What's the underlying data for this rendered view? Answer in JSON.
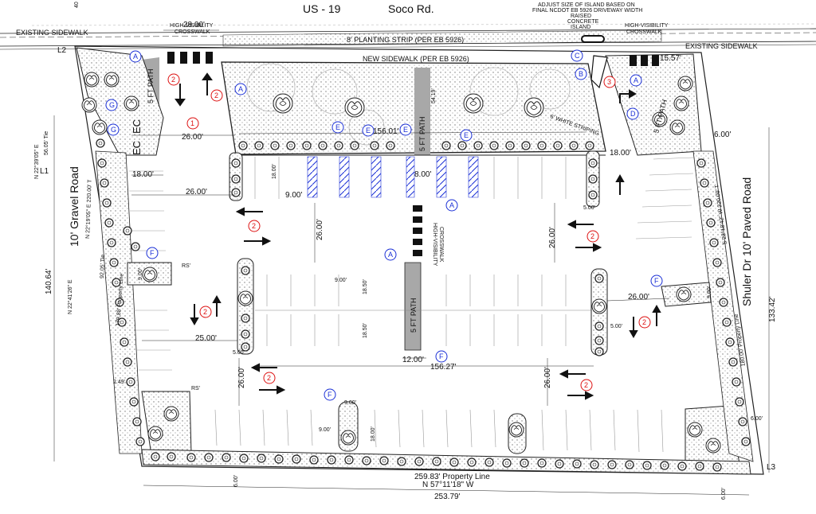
{
  "roads": {
    "us19": "US - 19",
    "soco": "Soco Rd.",
    "gravel": "10' Gravel Road",
    "shuler": "Shuler Dr  10' Paved Road"
  },
  "notes": {
    "island_note_1": "ADJUST SIZE OF ISLAND BASED ON",
    "island_note_2": "FINAL NCDOT EB 5926 DRIVEWAY WIDTH",
    "island_note_3": "RAISED",
    "island_note_4": "CONCRETE",
    "island_note_5": "ISLAND",
    "existing_sidewalk_left": "EXISTING SIDEWALK",
    "existing_sidewalk_right": "EXISTING SIDEWALK",
    "planting_strip": "8' PLANTING STRIP  (PER EB 5926)",
    "new_sidewalk": "NEW SIDEWALK  (PER EB 5926)",
    "hv_crosswalk_1": "HIGH-VISIBILITY",
    "hv_crosswalk_2": "CROSSWALK",
    "path": "5 FT PATH",
    "white_striping": "6' WHITE STRIPING",
    "ec": "EC"
  },
  "property_lines": {
    "bottom_len": "259.83' Property Line",
    "bottom_bearing": "N 57°11'18\" W",
    "bottom_dim": "253.79'",
    "left_bearing_1": "N 22°39'05\" E",
    "left_tie_1": "56.05' Tie",
    "left_bearing_2": "N 22°19'05\" E  220.00' T",
    "left_tie_2": "92.05' Tie",
    "left_bearing_3": "N 22°41'26\" E",
    "left_dim_outer": "140.64'",
    "left_prop": "179.88' Property Line",
    "right_bearing": "S 22°18'42\" W  220.00' T",
    "right_prop": "180.00' Property Line",
    "right_dim": "133.42'"
  },
  "dimensions": {
    "d28": "28.00'",
    "d15_57": "15.57'",
    "d26_top": "26.00'",
    "d156_top": "156.01'",
    "d18_top": "18.00'",
    "d18_left": "18.00'",
    "d26_left": "26.00'",
    "d9_a": "9.00'",
    "d8": "8.00'",
    "d26_mid": "26.00'",
    "d26_right": "26.00'",
    "d54": "54.19'",
    "d6_tr": "6.00'",
    "d5_a": "5.00'",
    "d9_b": "9.00'",
    "d18_50a": "18.50'",
    "d18_50b": "18.50'",
    "d9_c": "9.00'",
    "d26_r2": "26.00'",
    "d9_r": "9.00'",
    "d5_r": "5.00'",
    "d25": "25.00'",
    "d5_l": "5.00'",
    "d12": "12.00'",
    "d156_low": "156.27'",
    "d26_low": "26.00'",
    "d26_low2": "26.00'",
    "d9_f1": "9.00'",
    "d9_f2": "9.00'",
    "d18_f": "18.00'",
    "d6_bl": "6.00'",
    "d6_br": "6.00'",
    "d6_br2": "6.00'",
    "d2_49": "2.49'",
    "d4_top": "40",
    "rs1": "RS'",
    "rs2": "RS'",
    "d18_tr": "18.00'"
  },
  "markers": {
    "A": "A",
    "B": "B",
    "C": "C",
    "D": "D",
    "E": "E",
    "F": "F",
    "G": "G",
    "one": "1",
    "two": "2",
    "three": "3"
  },
  "leaders": {
    "L1": "L1",
    "L2": "L2",
    "L3": "L3"
  },
  "colors": {
    "blue": "#1a2fd6",
    "red": "#d11",
    "gray_path": "#a8a8a8",
    "stipple": "#8a8a8a"
  }
}
